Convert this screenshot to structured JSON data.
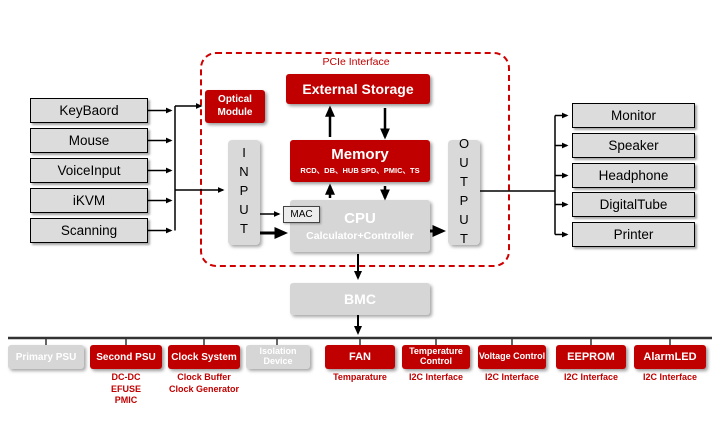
{
  "colors": {
    "accent_red": "#C00000",
    "box_gray": "#D9D9D9"
  },
  "left_devices": [
    "KeyBaord",
    "Mouse",
    "VoiceInput",
    "iKVM",
    "Scanning"
  ],
  "right_devices": [
    "Monitor",
    "Speaker",
    "Headphone",
    "DigitalTube",
    "Printer"
  ],
  "core": {
    "pcie_label": "PCIe Interface",
    "optical_module": "Optical Module",
    "external_storage": "External Storage",
    "input": "INPUT",
    "output": "OUTPUT",
    "mac": "MAC",
    "memory": {
      "title": "Memory",
      "sub": "RCD、DB、HUB SPD、PMIC、TS"
    },
    "cpu": {
      "title": "CPU",
      "sub": "Calculator+Controller"
    }
  },
  "bmc": "BMC",
  "bottom_modules": [
    {
      "label": "Primary PSU",
      "sub": ""
    },
    {
      "label": "Second PSU",
      "sub": "DC-DC\nEFUSE\nPMIC"
    },
    {
      "label": "Clock System",
      "sub": "Clock Buffer\nClock Generator"
    },
    {
      "label": "Isolation Device",
      "sub": ""
    },
    {
      "label": "FAN",
      "sub": "Temparature"
    },
    {
      "label": "Temperature Control",
      "sub": "I2C Interface"
    },
    {
      "label": "Voltage Control",
      "sub": "I2C Interface"
    },
    {
      "label": "EEPROM",
      "sub": "I2C Interface"
    },
    {
      "label": "AlarmLED",
      "sub": "I2C Interface"
    }
  ]
}
